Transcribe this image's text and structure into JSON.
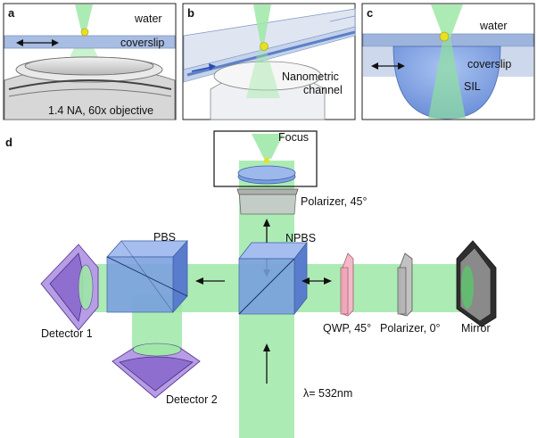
{
  "panels": {
    "a": {
      "letter": "a",
      "water": "water",
      "coverslip": "coverslip",
      "objective": "1.4 NA, 60x objective"
    },
    "b": {
      "letter": "b",
      "channel_line1": "Nanometric",
      "channel_line2": "channel"
    },
    "c": {
      "letter": "c",
      "water": "water",
      "coverslip": "coverslip",
      "sil": "SIL"
    },
    "d": {
      "letter": "d",
      "focus": "Focus",
      "polarizer_45": "Polarizer, 45°",
      "pbs": "PBS",
      "npbs": "NPBS",
      "detector1": "Detector 1",
      "detector2": "Detector 2",
      "qwp": "QWP, 45°",
      "polarizer_0": "Polarizer, 0°",
      "mirror": "Mirror",
      "wavelength": "λ= 532nm"
    }
  },
  "colors": {
    "beam": "#9fe8a8",
    "cube": "#7a9fe0",
    "detector": "#b79de6",
    "coverslip": "#9db4dd",
    "particle": "#e8e020"
  }
}
